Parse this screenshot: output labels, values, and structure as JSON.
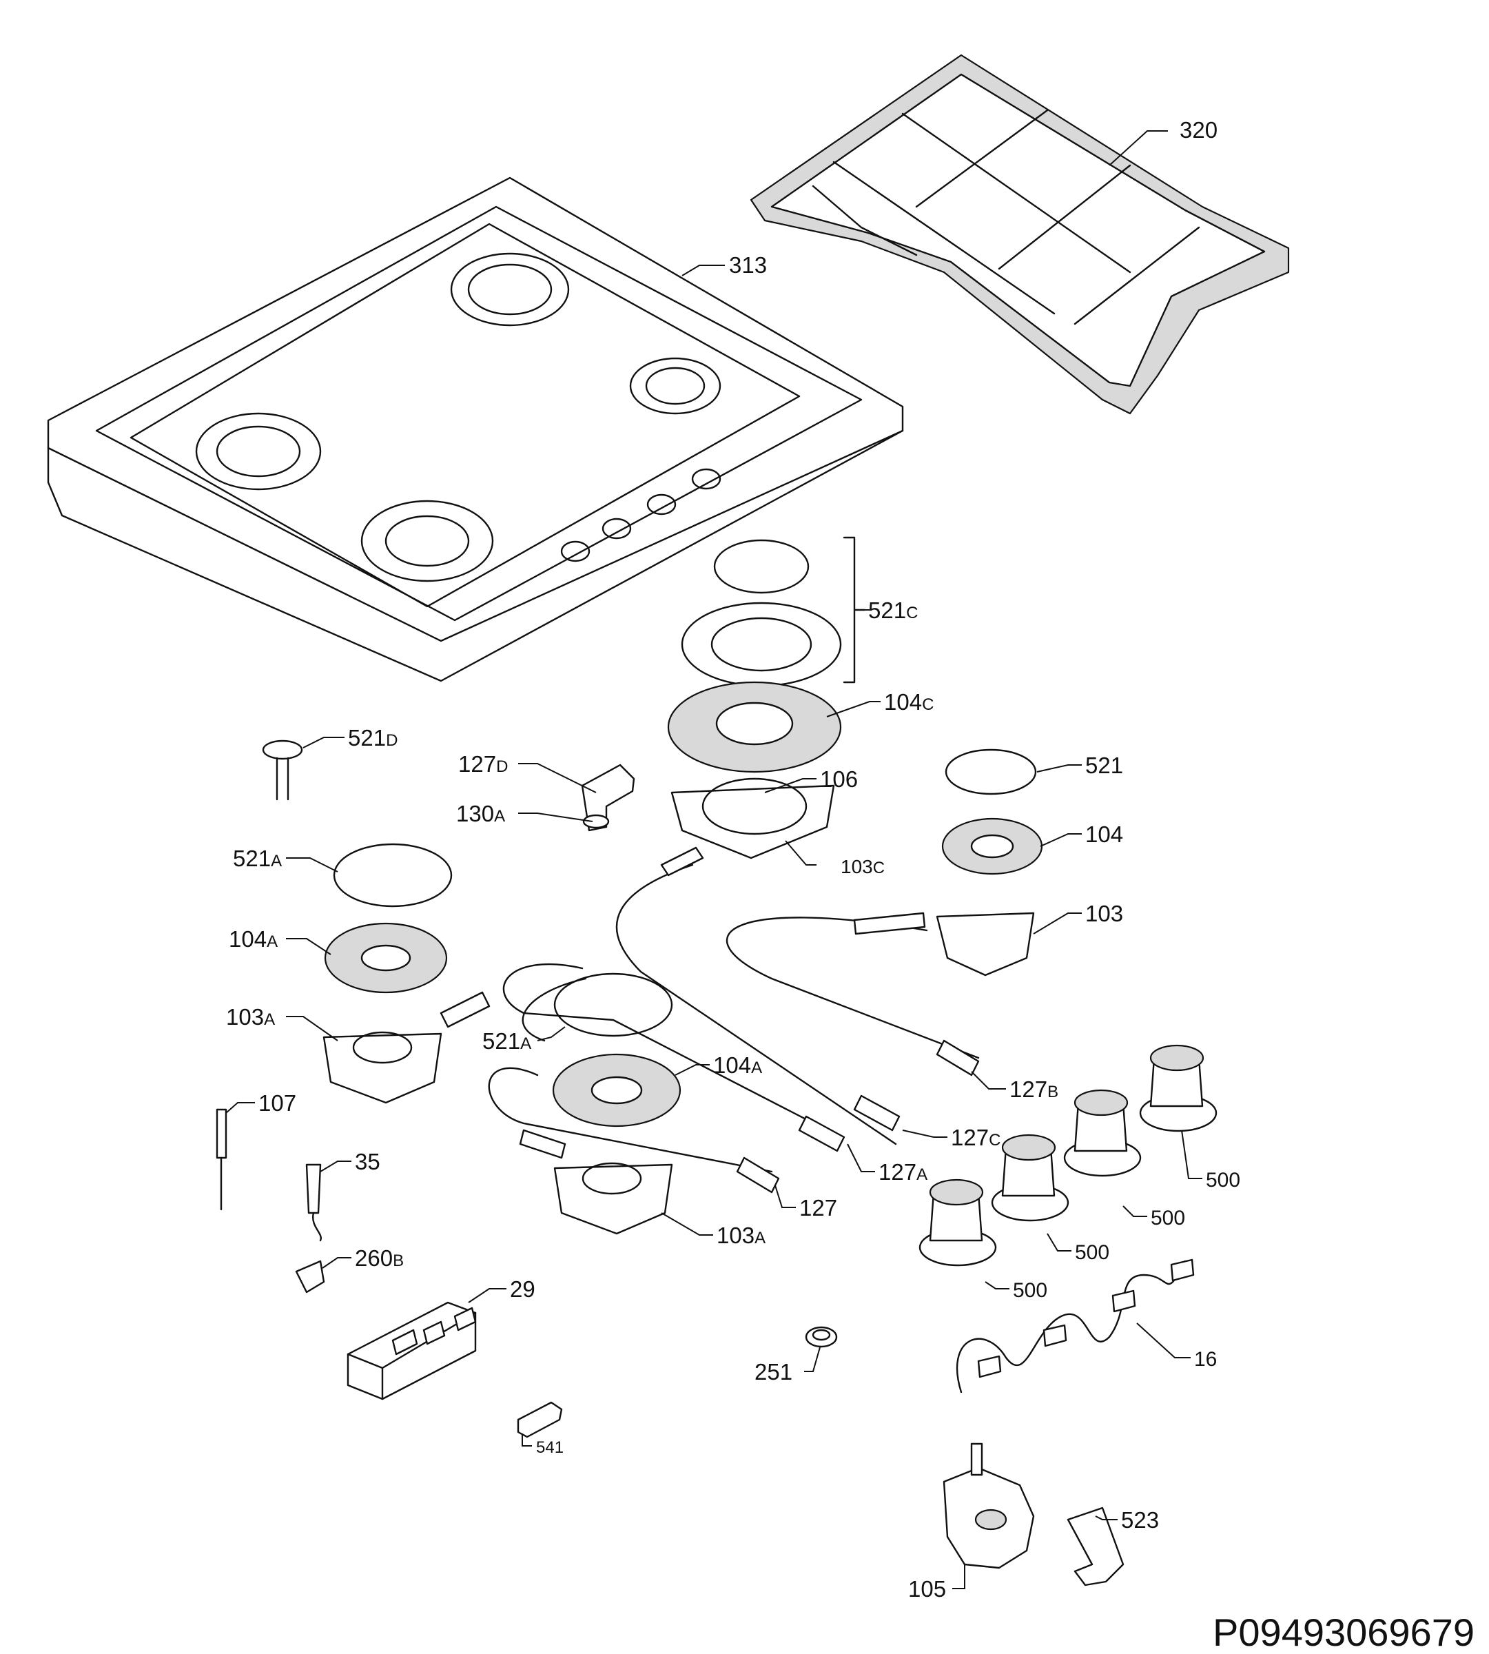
{
  "document_id": "P09493069679",
  "labels": {
    "l320": {
      "num": "320",
      "sfx": ""
    },
    "l313": {
      "num": "313",
      "sfx": ""
    },
    "l521C": {
      "num": "521",
      "sfx": "C"
    },
    "l104C": {
      "num": "104",
      "sfx": "C"
    },
    "l521D": {
      "num": "521",
      "sfx": "D"
    },
    "l127D": {
      "num": "127",
      "sfx": "D"
    },
    "l106": {
      "num": "106",
      "sfx": ""
    },
    "l521": {
      "num": "521",
      "sfx": ""
    },
    "l130A": {
      "num": "130",
      "sfx": "A"
    },
    "l104": {
      "num": "104",
      "sfx": ""
    },
    "l103C": {
      "num": "103",
      "sfx": "C"
    },
    "l521A_1": {
      "num": "521",
      "sfx": "A"
    },
    "l103": {
      "num": "103",
      "sfx": ""
    },
    "l104A_1": {
      "num": "104",
      "sfx": "A"
    },
    "l103A_1": {
      "num": "103",
      "sfx": "A"
    },
    "l521A_2": {
      "num": "521",
      "sfx": "A"
    },
    "l104A_2": {
      "num": "104",
      "sfx": "A"
    },
    "l127B": {
      "num": "127",
      "sfx": "B"
    },
    "l107": {
      "num": "107",
      "sfx": ""
    },
    "l127C": {
      "num": "127",
      "sfx": "C"
    },
    "l35": {
      "num": "35",
      "sfx": ""
    },
    "l127A": {
      "num": "127",
      "sfx": "A"
    },
    "l500_1": {
      "num": "500",
      "sfx": ""
    },
    "l127": {
      "num": "127",
      "sfx": ""
    },
    "l500_2": {
      "num": "500",
      "sfx": ""
    },
    "l103A_2": {
      "num": "103",
      "sfx": "A"
    },
    "l260B": {
      "num": "260",
      "sfx": "B"
    },
    "l500_3": {
      "num": "500",
      "sfx": ""
    },
    "l29": {
      "num": "29",
      "sfx": ""
    },
    "l500_4": {
      "num": "500",
      "sfx": ""
    },
    "l16": {
      "num": "16",
      "sfx": ""
    },
    "l251": {
      "num": "251",
      "sfx": ""
    },
    "l541": {
      "num": "541",
      "sfx": ""
    },
    "l523": {
      "num": "523",
      "sfx": ""
    },
    "l105": {
      "num": "105",
      "sfx": ""
    }
  }
}
